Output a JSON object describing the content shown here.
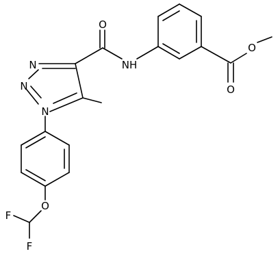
{
  "molecule": {
    "atoms": {
      "O_amide": "O",
      "NH_amide": "NH",
      "O_ester_carbonyl": "O",
      "O_ester_single": "O",
      "N1_triazole": "N",
      "N2_triazole": "N",
      "N3_triazole": "N",
      "O_ether": "O",
      "F_1": "F",
      "F_2": "F"
    }
  }
}
